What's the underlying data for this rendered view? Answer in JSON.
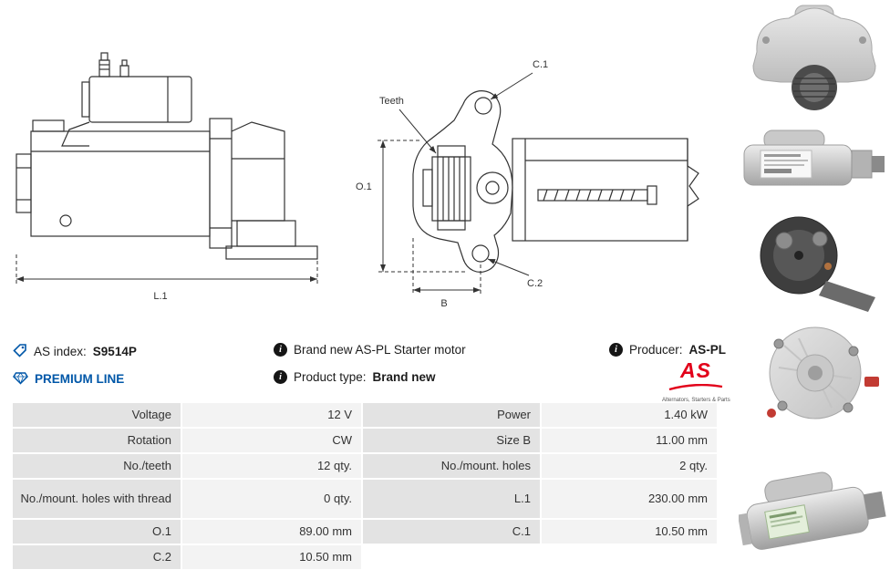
{
  "meta_row1": {
    "as_index_label": "AS index:",
    "as_index_value": "S9514P",
    "description": "Brand new AS-PL Starter motor",
    "producer_label": "Producer:",
    "producer_value": "AS-PL"
  },
  "meta_row2": {
    "premium_label": "PREMIUM LINE",
    "product_type_label": "Product type:",
    "product_type_value": "Brand new"
  },
  "logo": {
    "text": "AS",
    "tagline": "Alternators, Starters & Parts"
  },
  "drawing_labels": {
    "l1": "L.1",
    "teeth": "Teeth",
    "o1": "O.1",
    "b": "B",
    "c1": "C.1",
    "c2": "C.2"
  },
  "colors": {
    "accent_blue": "#0057a8",
    "logo_red": "#e2001a",
    "table_label_bg": "#e3e3e3",
    "table_value_bg": "#f3f3f3"
  },
  "spec_table": {
    "rows": [
      {
        "left_label": "Voltage",
        "left_value": "12 V",
        "right_label": "Power",
        "right_value": "1.40 kW"
      },
      {
        "left_label": "Rotation",
        "left_value": "CW",
        "right_label": "Size B",
        "right_value": "11.00 mm"
      },
      {
        "left_label": "No./teeth",
        "left_value": "12 qty.",
        "right_label": "No./mount. holes",
        "right_value": "2 qty."
      },
      {
        "left_label": "No./mount. holes with thread",
        "left_value": "0 qty.",
        "right_label": "L.1",
        "right_value": "230.00 mm"
      },
      {
        "left_label": "O.1",
        "left_value": "89.00 mm",
        "right_label": "C.1",
        "right_value": "10.50 mm"
      },
      {
        "left_label": "C.2",
        "left_value": "10.50 mm",
        "right_label": "",
        "right_value": ""
      }
    ]
  }
}
